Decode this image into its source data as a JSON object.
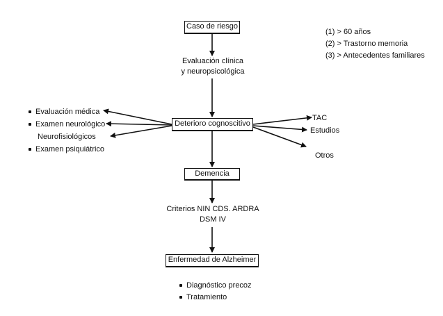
{
  "nodes": {
    "caso": "Caso de riesgo",
    "evaluacion_1": "Evaluación clínica",
    "evaluacion_2": "y neuropsicológica",
    "deterioro": "Deterioro cognoscitivo",
    "demencia": "Demencia",
    "criterios_1": "Criterios NIN CDS. ARDRA",
    "criterios_2": "DSM IV",
    "alzheimer": "Enfermedad de Alzheimer"
  },
  "left_list": [
    "Evaluación médica",
    "Examen neurológico",
    "Neurofisiológicos",
    "Examen psiquiátrico"
  ],
  "right_list": [
    "TAC",
    "Estudios",
    "Otros"
  ],
  "bottom_list": [
    "Diagnóstico precoz",
    "Tratamiento"
  ],
  "legend": [
    "(1) > 60 años",
    "(2) > Trastorno memoria",
    "(3) > Antecedentes familiares"
  ]
}
